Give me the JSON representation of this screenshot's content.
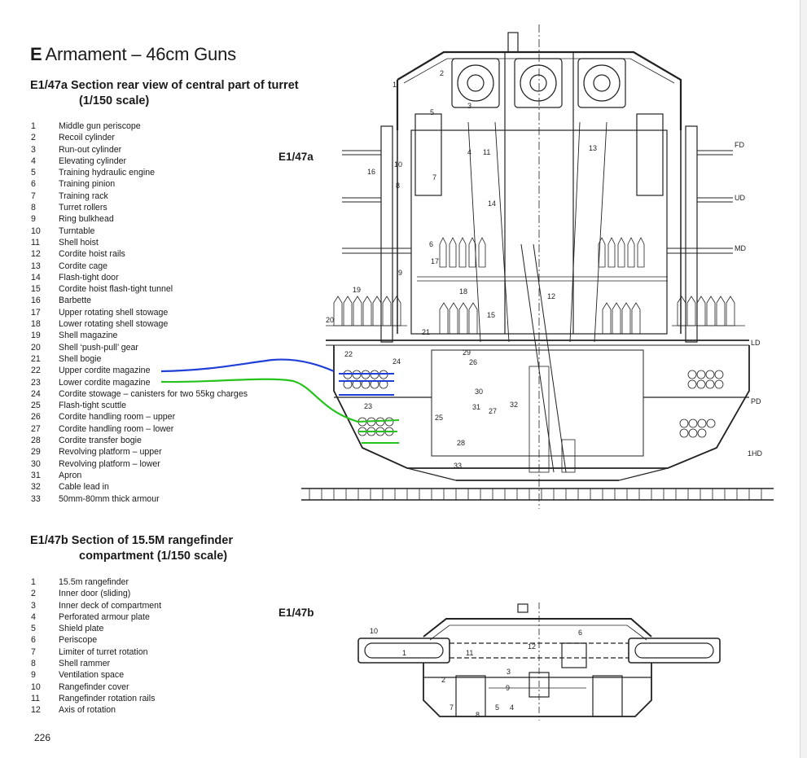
{
  "chapter": {
    "letter": "E",
    "title": "Armament – 46cm Guns"
  },
  "section_a": {
    "title_line1": "E1/47a Section rear view of central part of turret",
    "title_line2": "(1/150 scale)",
    "figure_label": "E1/47a",
    "legend": [
      {
        "num": "1",
        "label": "Middle gun periscope"
      },
      {
        "num": "2",
        "label": "Recoil cylinder"
      },
      {
        "num": "3",
        "label": "Run-out cylinder"
      },
      {
        "num": "4",
        "label": "Elevating cylinder"
      },
      {
        "num": "5",
        "label": "Training hydraulic engine"
      },
      {
        "num": "6",
        "label": "Training pinion"
      },
      {
        "num": "7",
        "label": "Training rack"
      },
      {
        "num": "8",
        "label": "Turret rollers"
      },
      {
        "num": "9",
        "label": "Ring bulkhead"
      },
      {
        "num": "10",
        "label": "Turntable"
      },
      {
        "num": "11",
        "label": "Shell hoist"
      },
      {
        "num": "12",
        "label": "Cordite hoist rails"
      },
      {
        "num": "13",
        "label": "Cordite cage"
      },
      {
        "num": "14",
        "label": "Flash-tight door"
      },
      {
        "num": "15",
        "label": "Cordite hoist flash-tight tunnel"
      },
      {
        "num": "16",
        "label": "Barbette"
      },
      {
        "num": "17",
        "label": "Upper rotating shell stowage"
      },
      {
        "num": "18",
        "label": "Lower rotating shell stowage"
      },
      {
        "num": "19",
        "label": "Shell magazine"
      },
      {
        "num": "20",
        "label": "Shell ‘push-pull’ gear"
      },
      {
        "num": "21",
        "label": "Shell bogie"
      },
      {
        "num": "22",
        "label": "Upper cordite magazine"
      },
      {
        "num": "23",
        "label": "Lower cordite magazine"
      },
      {
        "num": "24",
        "label": "Cordite stowage – canisters for two 55kg charges"
      },
      {
        "num": "25",
        "label": "Flash-tight scuttle"
      },
      {
        "num": "26",
        "label": "Cordite handling room – upper"
      },
      {
        "num": "27",
        "label": "Cordite handling room – lower"
      },
      {
        "num": "28",
        "label": "Cordite transfer bogie"
      },
      {
        "num": "29",
        "label": "Revolving platform – upper"
      },
      {
        "num": "30",
        "label": "Revolving platform – lower"
      },
      {
        "num": "31",
        "label": "Apron"
      },
      {
        "num": "32",
        "label": "Cable lead in"
      },
      {
        "num": "33",
        "label": "50mm-80mm thick armour"
      }
    ],
    "deck_labels": [
      "FD",
      "UD",
      "MD",
      "LD",
      "PD",
      "1HD"
    ]
  },
  "section_b": {
    "title_line1": "E1/47b Section of 15.5M rangefinder",
    "title_line2": "compartment (1/150 scale)",
    "figure_label": "E1/47b",
    "legend": [
      {
        "num": "1",
        "label": "15.5m rangefinder"
      },
      {
        "num": "2",
        "label": "Inner door (sliding)"
      },
      {
        "num": "3",
        "label": "Inner deck of compartment"
      },
      {
        "num": "4",
        "label": "Perforated armour plate"
      },
      {
        "num": "5",
        "label": "Shield plate"
      },
      {
        "num": "6",
        "label": "Periscope"
      },
      {
        "num": "7",
        "label": "Limiter of turret rotation"
      },
      {
        "num": "8",
        "label": "Shell rammer"
      },
      {
        "num": "9",
        "label": "Ventilation space"
      },
      {
        "num": "10",
        "label": "Rangefinder cover"
      },
      {
        "num": "11",
        "label": "Rangefinder rotation rails"
      },
      {
        "num": "12",
        "label": "Axis of rotation"
      }
    ]
  },
  "page_number": "226",
  "colors": {
    "annotation_blue": "#1f3fd6",
    "annotation_green": "#27c21d",
    "ink": "#1a1a1a"
  },
  "drawing_markers_a": [
    "1",
    "2",
    "3",
    "4",
    "5",
    "6",
    "7",
    "8",
    "9",
    "10",
    "11",
    "12",
    "13",
    "14",
    "15",
    "16",
    "17",
    "18",
    "19",
    "20",
    "21",
    "22",
    "23",
    "24",
    "25",
    "26",
    "27",
    "28",
    "29",
    "30",
    "31",
    "32",
    "33"
  ],
  "drawing_markers_b": [
    "1",
    "2",
    "3",
    "4",
    "5",
    "6",
    "7",
    "8",
    "9",
    "10",
    "11",
    "12"
  ]
}
